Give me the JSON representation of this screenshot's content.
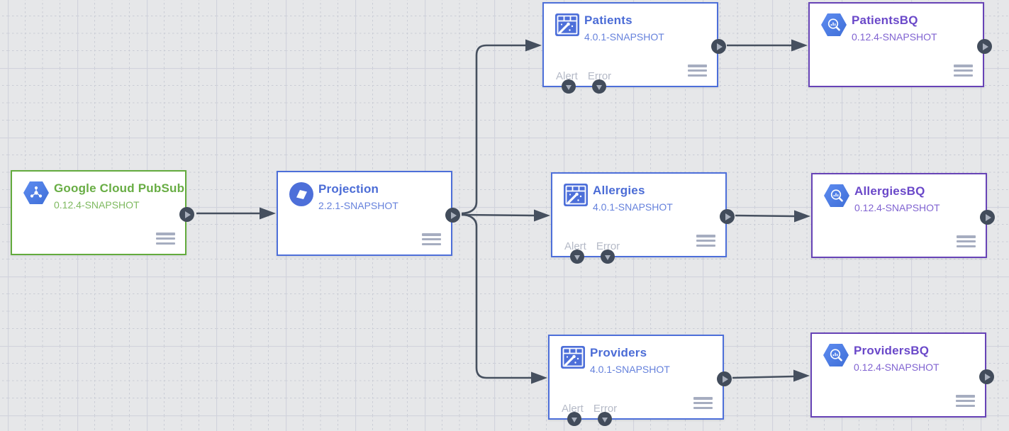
{
  "canvas": {
    "background": "#e6e7e9",
    "grid_minor_color": "#c9ccd5",
    "grid_major_color": "#d1d3dc",
    "edge_color": "#46505f"
  },
  "port_labels": {
    "alert": "Alert",
    "error": "Error"
  },
  "nodes": [
    {
      "title": "Google Cloud PubSub",
      "version": "0.12.4-SNAPSHOT",
      "type": "source",
      "accent_color": "#68ad44",
      "icon": "pubsub-icon"
    },
    {
      "title": "Projection",
      "version": "2.2.1-SNAPSHOT",
      "type": "transform",
      "accent_color": "#4b6cd6",
      "icon": "projection-icon"
    },
    {
      "title": "Patients",
      "version": "4.0.1-SNAPSHOT",
      "type": "transform",
      "accent_color": "#4b6cd6",
      "icon": "wrangler-icon",
      "bottom_ports": [
        "Alert",
        "Error"
      ]
    },
    {
      "title": "PatientsBQ",
      "version": "0.12.4-SNAPSHOT",
      "type": "sink",
      "accent_color": "#6a48c9",
      "icon": "bigquery-icon"
    },
    {
      "title": "Allergies",
      "version": "4.0.1-SNAPSHOT",
      "type": "transform",
      "accent_color": "#4b6cd6",
      "icon": "wrangler-icon",
      "bottom_ports": [
        "Alert",
        "Error"
      ]
    },
    {
      "title": "AllergiesBQ",
      "version": "0.12.4-SNAPSHOT",
      "type": "sink",
      "accent_color": "#6a48c9",
      "icon": "bigquery-icon"
    },
    {
      "title": "Providers",
      "version": "4.0.1-SNAPSHOT",
      "type": "transform",
      "accent_color": "#4b6cd6",
      "icon": "wrangler-icon",
      "bottom_ports": [
        "Alert",
        "Error"
      ]
    },
    {
      "title": "ProvidersBQ",
      "version": "0.12.4-SNAPSHOT",
      "type": "sink",
      "accent_color": "#6a48c9",
      "icon": "bigquery-icon"
    }
  ],
  "edges": [
    {
      "from": "Google Cloud PubSub",
      "to": "Projection"
    },
    {
      "from": "Projection",
      "to": "Patients"
    },
    {
      "from": "Projection",
      "to": "Allergies"
    },
    {
      "from": "Projection",
      "to": "Providers"
    },
    {
      "from": "Patients",
      "to": "PatientsBQ"
    },
    {
      "from": "Allergies",
      "to": "AllergiesBQ"
    },
    {
      "from": "Providers",
      "to": "ProvidersBQ"
    }
  ]
}
